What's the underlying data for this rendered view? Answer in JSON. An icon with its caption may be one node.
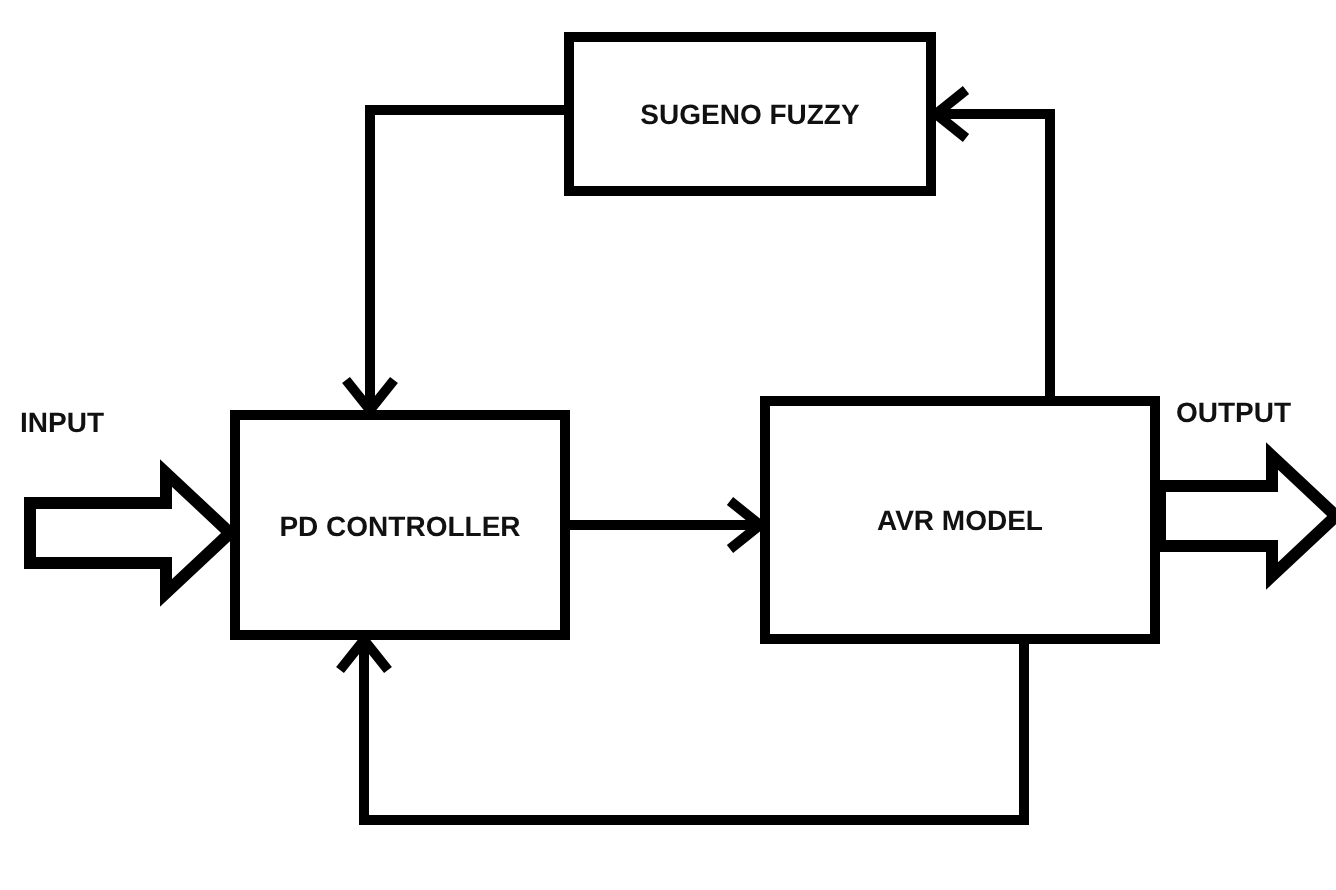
{
  "diagram": {
    "nodes": [
      {
        "text": [
          "SUGENO FUZZY"
        ]
      },
      {
        "text": [
          "PD CONTROLLER"
        ]
      },
      {
        "text": [
          "AVR MODEL"
        ]
      }
    ],
    "edges": [
      {
        "from": 0,
        "to": 1,
        "arrow": "to"
      },
      {
        "from": 2,
        "to": 0,
        "arrow": "to"
      },
      {
        "from": 1,
        "to": 2,
        "arrow": "to"
      },
      {
        "from": 2,
        "to": 1,
        "arrow": "to"
      },
      {
        "from": null,
        "to": 1,
        "arrow": "to",
        "style": "thick"
      },
      {
        "from": 2,
        "to": null,
        "arrow": "to",
        "style": "thick"
      }
    ],
    "labels": [
      "INPUT",
      "OUTPUT"
    ]
  }
}
